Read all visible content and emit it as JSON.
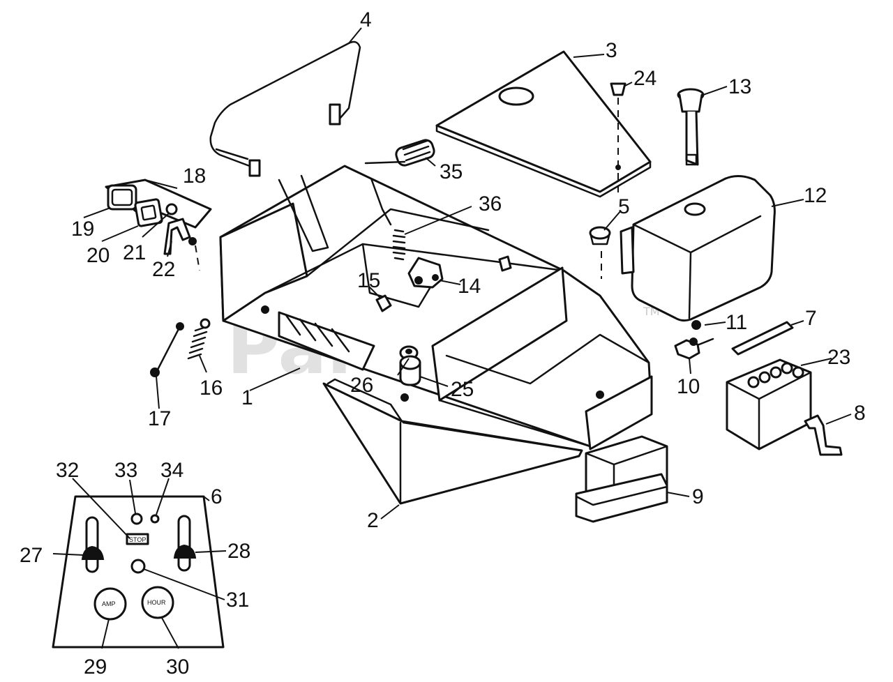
{
  "watermark": {
    "text": "PartsTree",
    "trademark": "TM"
  },
  "panel_gauges": {
    "left": "AMP",
    "right": "HOUR"
  },
  "panel_switch_label": "STOP",
  "callouts": {
    "c1": "1",
    "c2": "2",
    "c3": "3",
    "c4": "4",
    "c5": "5",
    "c6": "6",
    "c7": "7",
    "c8": "8",
    "c9": "9",
    "c10": "10",
    "c11": "11",
    "c12": "12",
    "c13": "13",
    "c14": "14",
    "c15": "15",
    "c16": "16",
    "c17": "17",
    "c18": "18",
    "c19": "19",
    "c20": "20",
    "c21": "21",
    "c22": "22",
    "c23": "23",
    "c24": "24",
    "c25": "25",
    "c26": "26",
    "c27": "27",
    "c28": "28",
    "c29": "29",
    "c30": "30",
    "c31": "31",
    "c32": "32",
    "c33": "33",
    "c34": "34",
    "c35": "35",
    "c36": "36"
  }
}
